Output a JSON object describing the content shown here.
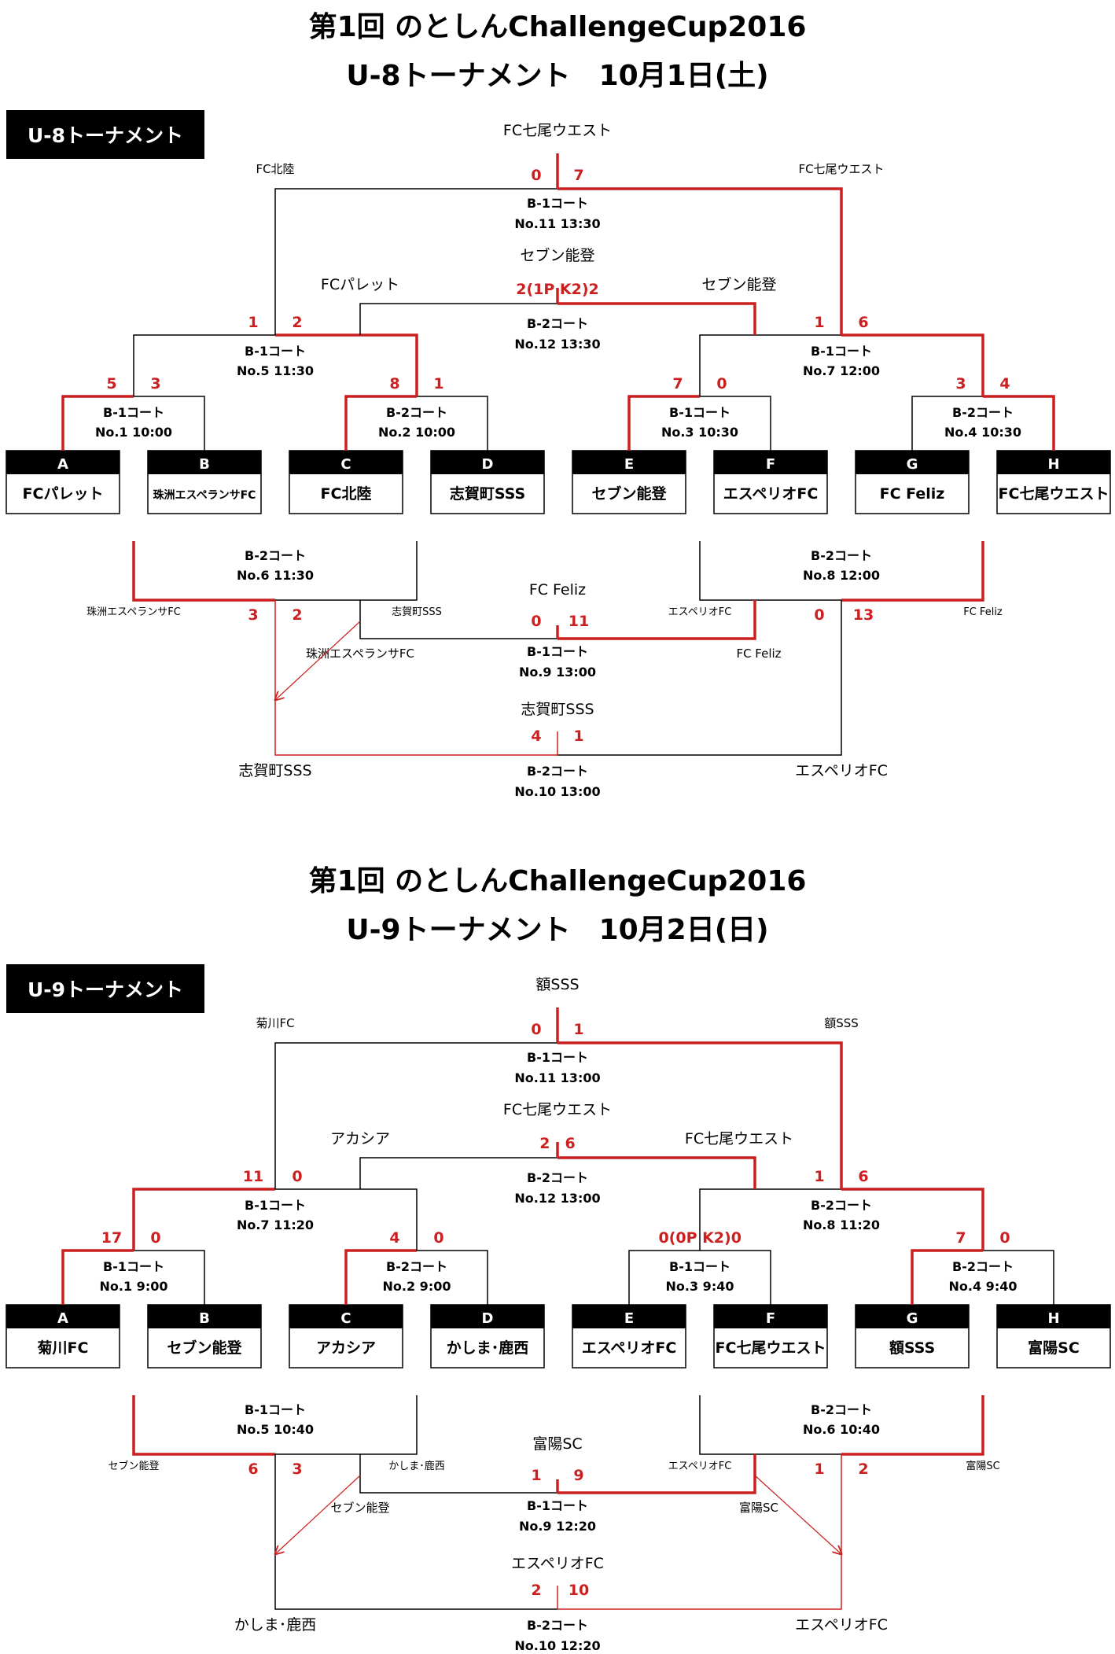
{
  "colors": {
    "win": "#cc1f1f",
    "line": "#000000"
  },
  "sections": [
    {
      "title_line1": "第1回 のとしんChallengeCup2016",
      "title_line2": "U-8トーナメント　10月1日(土)",
      "badge": "U-8トーナメント",
      "slots": [
        "A",
        "B",
        "C",
        "D",
        "E",
        "F",
        "G",
        "H"
      ],
      "teams": [
        "FCパレット",
        "珠洲エスペランサFC",
        "FC北陸",
        "志賀町SSS",
        "セブン能登",
        "エスペリオFC",
        "FC Feliz",
        "FC七尾ウエスト"
      ],
      "r1": [
        {
          "court": "B-1コート",
          "no": "No.1 10:00",
          "score_a": "5",
          "score_b": "3"
        },
        {
          "court": "B-2コート",
          "no": "No.2 10:00",
          "score_a": "8",
          "score_b": "1"
        },
        {
          "court": "B-1コート",
          "no": "No.3 10:30",
          "score_a": "7",
          "score_b": "0"
        },
        {
          "court": "B-2コート",
          "no": "No.4 10:30",
          "score_a": "3",
          "score_b": "4"
        }
      ],
      "r2": [
        {
          "court": "B-1コート",
          "no": "No.5 11:30",
          "score_a": "1",
          "score_b": "2"
        },
        {
          "court": "B-1コート",
          "no": "No.7 12:00",
          "score_a": "1",
          "score_b": "6"
        }
      ],
      "semi_winners": [
        "FCパレット",
        "セブン能登"
      ],
      "final": {
        "court": "B-1コート",
        "no": "No.11 13:30",
        "score_a": "0",
        "score_b": "7",
        "winner": "FC七尾ウエスト",
        "left_team": "FC北陸",
        "right_team": "FC七尾ウエスト"
      },
      "third": {
        "court": "B-2コート",
        "no": "No.12 13:30",
        "score": "2(1P K2)2",
        "winner": "セブン能登"
      },
      "lower": [
        {
          "court": "B-2コート",
          "no": "No.6 11:30",
          "score_a": "3",
          "score_b": "2",
          "team_a": "珠洲エスペランサFC",
          "team_b": "志賀町SSS"
        },
        {
          "court": "B-2コート",
          "no": "No.8 12:00",
          "score_a": "0",
          "score_b": "13",
          "team_a": "エスペリオFC",
          "team_b": "FC Feliz"
        }
      ],
      "lower_winners": [
        "珠洲エスペランサFC",
        "FC Feliz"
      ],
      "m9": {
        "court": "B-1コート",
        "no": "No.9 13:00",
        "score_a": "0",
        "score_b": "11",
        "winner": "FC Feliz"
      },
      "m10": {
        "court": "B-2コート",
        "no": "No.10 13:00",
        "score_a": "4",
        "score_b": "1",
        "winner": "志賀町SSS",
        "left_team": "志賀町SSS",
        "right_team": "エスペリオFC"
      }
    },
    {
      "title_line1": "第1回 のとしんChallengeCup2016",
      "title_line2": "U-9トーナメント　10月2日(日)",
      "badge": "U-9トーナメント",
      "slots": [
        "A",
        "B",
        "C",
        "D",
        "E",
        "F",
        "G",
        "H"
      ],
      "teams": [
        "菊川FC",
        "セブン能登",
        "アカシア",
        "かしま･鹿西",
        "エスペリオFC",
        "FC七尾ウエスト",
        "額SSS",
        "富陽SC"
      ],
      "r1": [
        {
          "court": "B-1コート",
          "no": "No.1 9:00",
          "score_a": "17",
          "score_b": "0"
        },
        {
          "court": "B-2コート",
          "no": "No.2 9:00",
          "score_a": "4",
          "score_b": "0"
        },
        {
          "court": "B-1コート",
          "no": "No.3 9:40",
          "score_a": "0(0P",
          "score_b": "K2)0"
        },
        {
          "court": "B-2コート",
          "no": "No.4 9:40",
          "score_a": "7",
          "score_b": "0"
        }
      ],
      "r2": [
        {
          "court": "B-1コート",
          "no": "No.7 11:20",
          "score_a": "11",
          "score_b": "0"
        },
        {
          "court": "B-2コート",
          "no": "No.8 11:20",
          "score_a": "1",
          "score_b": "6"
        }
      ],
      "semi_winners": [
        "アカシア",
        "FC七尾ウエスト"
      ],
      "final": {
        "court": "B-1コート",
        "no": "No.11 13:00",
        "score_a": "0",
        "score_b": "1",
        "winner": "額SSS",
        "left_team": "菊川FC",
        "right_team": "額SSS"
      },
      "third": {
        "court": "B-2コート",
        "no": "No.12 13:00",
        "score": "2　6",
        "winner": "FC七尾ウエスト"
      },
      "lower": [
        {
          "court": "B-1コート",
          "no": "No.5 10:40",
          "score_a": "6",
          "score_b": "3",
          "team_a": "セブン能登",
          "team_b": "かしま･鹿西"
        },
        {
          "court": "B-2コート",
          "no": "No.6 10:40",
          "score_a": "1",
          "score_b": "2",
          "team_a": "エスペリオFC",
          "team_b": "富陽SC"
        }
      ],
      "lower_winners": [
        "セブン能登",
        "富陽SC"
      ],
      "m9": {
        "court": "B-1コート",
        "no": "No.9 12:20",
        "score_a": "1",
        "score_b": "9",
        "winner": "富陽SC"
      },
      "m10": {
        "court": "B-2コート",
        "no": "No.10 12:20",
        "score_a": "2",
        "score_b": "10",
        "winner": "エスペリオFC",
        "left_team": "かしま･鹿西",
        "right_team": "エスペリオFC"
      }
    }
  ]
}
